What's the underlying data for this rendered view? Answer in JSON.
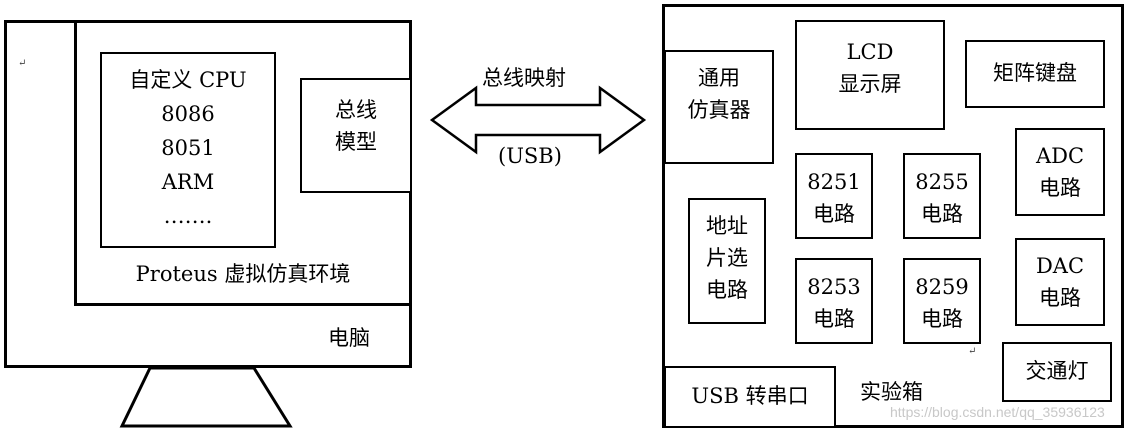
{
  "computer": {
    "cpu_models": [
      "自定义 CPU",
      "8086",
      "8051",
      "ARM",
      "……."
    ],
    "bus_model_lines": [
      "总线",
      "模型"
    ],
    "environment_label": "Proteus 虚拟仿真环境",
    "label": "电脑"
  },
  "connection": {
    "top_label": "总线映射",
    "bottom_label": "(USB)"
  },
  "box": {
    "emulator_lines": [
      "通用",
      "仿真器"
    ],
    "lcd_lines": [
      "LCD",
      "显示屏"
    ],
    "keypad": "矩阵键盘",
    "adc_lines": [
      "ADC",
      "电路"
    ],
    "dac_lines": [
      "DAC",
      "电路"
    ],
    "addr_lines": [
      "地址",
      "片选",
      "电路"
    ],
    "c8251_lines": [
      "8251",
      "电路"
    ],
    "c8255_lines": [
      "8255",
      "电路"
    ],
    "c8253_lines": [
      "8253",
      "电路"
    ],
    "c8259_lines": [
      "8259",
      "电路"
    ],
    "usb_serial": "USB 转串口",
    "label": "实验箱",
    "traffic": "交通灯"
  },
  "watermark": "https://blog.csdn.net/qq_35936123"
}
